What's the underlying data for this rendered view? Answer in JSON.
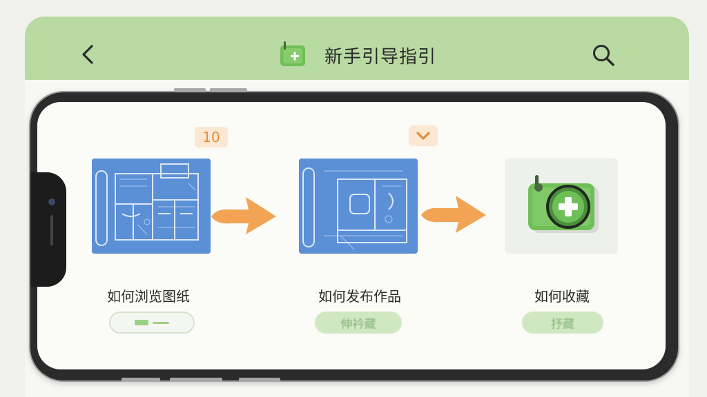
{
  "header": {
    "title": "新手引导指引",
    "back_icon": "chevron-left-icon",
    "search_icon": "search-icon",
    "title_icon": "sketchbook-plus-icon"
  },
  "steps": [
    {
      "badge": "10",
      "label": "如何浏览图纸",
      "button_label": ""
    },
    {
      "badge": "",
      "badge_icon": "chevron-down-icon",
      "label": "如何发布作品",
      "button_label": "伸衿藏"
    },
    {
      "label": "如何收藏",
      "button_label": "抒藏"
    }
  ],
  "colors": {
    "header_bg": "#b9dba3",
    "accent_orange": "#f2a454",
    "blueprint": "#5b8fd6",
    "green": "#76bf5f"
  }
}
